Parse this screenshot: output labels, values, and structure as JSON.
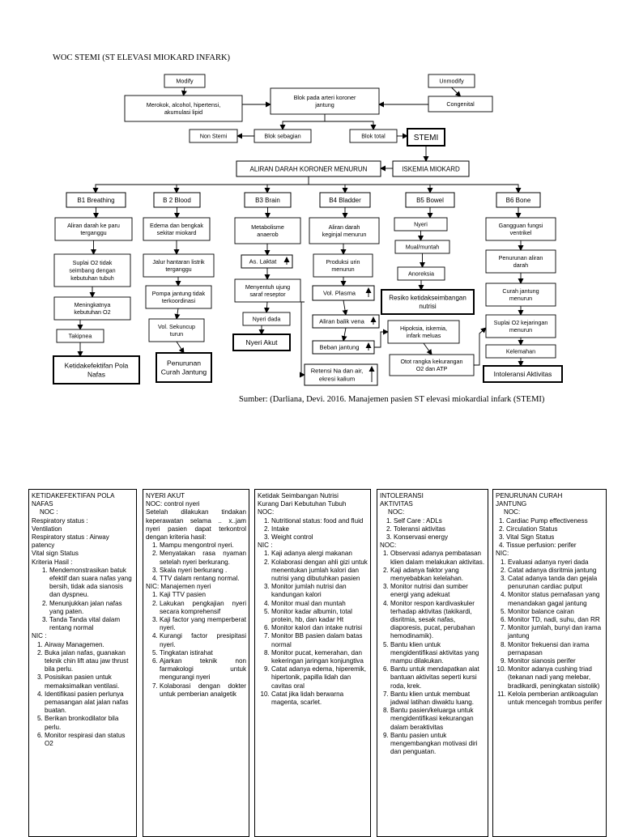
{
  "title": "WOC STEMI (ST ELEVASI MIOKARD INFARK)",
  "source": "Sumber:  (Darliana, Devi. 2016. Manajemen pasien ST elevasi miokardial infark (STEMI)",
  "nodes": {
    "modify": "Modify",
    "unmodify": "Unmodify",
    "risk": [
      "Merokok, alcohol, hipertensi,",
      "akumulasi lipid"
    ],
    "blok": [
      "Blok pada arteri koroner",
      "jantung"
    ],
    "congenital": "Congenital",
    "non_stemi": "Non Stemi",
    "blok_sebagian": "Blok sebagian",
    "blok_total": "Blok total",
    "stemi": "STEMI",
    "aliran": "ALIRAN DARAH KORONER MENURUN",
    "iskemia": "ISKEMIA MIOKARD",
    "b1": "B1 Breathing",
    "b2": "B 2 Blood",
    "b3": "B3 Brain",
    "b4": "B4 Bladder",
    "b5": "B5 Bowel",
    "b6": "B6 Bone",
    "b1_1": [
      "Aliran darah ke paru",
      "terganggu"
    ],
    "b1_2": [
      "Suplai O2 tidak",
      "seimbang dengan",
      "kebutuhan tubuh"
    ],
    "b1_3": [
      "Meningkatnya",
      "kebutuhan O2"
    ],
    "b1_4": "Takipnea",
    "b1_5": [
      "Ketidakefektifan Pola",
      "Nafas"
    ],
    "b2_1": [
      "Edema dan bengkak",
      "sekitar miokard"
    ],
    "b2_2": [
      "Jalur hantaran listrik",
      "terganggu"
    ],
    "b2_3": [
      "Pompa jantung tidak",
      "terkoordinasi"
    ],
    "b2_4": [
      "Vol. Sekuncup",
      "turun"
    ],
    "b2_5": [
      "Penurunan",
      "Curah Jantung"
    ],
    "b3_1": [
      "Metabolisme",
      "anaerob"
    ],
    "b3_2": "As. Laktat",
    "b3_3": [
      "Menyentuh ujung",
      "saraf reseptor"
    ],
    "b3_4": "Nyeri dada",
    "b3_5": "Nyeri Akut",
    "b4_1": [
      "Aliran darah",
      "keginjal menurun"
    ],
    "b4_2": [
      "Produksi urin",
      "menurun"
    ],
    "b4_3": "Vol. Plasma",
    "b4_4": "Aliran balik vena",
    "b4_5": "Beban jantung",
    "b4_6": [
      "Retensi Na dan air,",
      "ekresi kalium"
    ],
    "b5_1": "Nyeri",
    "b5_2": "Mual/muntah",
    "b5_3": "Anoreksia",
    "b5_4": [
      "Resiko ketidakseimbangan",
      "nutrisi"
    ],
    "b5_5": [
      "Hipoksia, iskemia,",
      "infark meluas"
    ],
    "b5_6": [
      "Otot rangka kekurangan",
      "O2 dan ATP"
    ],
    "b6_1": [
      "Gangguan fungsi",
      "ventrikel"
    ],
    "b6_2": [
      "Penurunan aliran",
      "darah"
    ],
    "b6_3": [
      "Curah jantung",
      "menurun"
    ],
    "b6_4": [
      "Suplai O2 kejaringan",
      "menurun"
    ],
    "b6_5": "Kelemahan",
    "b6_6": "Intoleransi Aktivitas"
  },
  "col1": {
    "head": [
      "KETIDAKEFEKTIFAN POLA",
      "NAFAS"
    ],
    "lines_a": [
      "NOC :",
      "Respiratory status :",
      "Ventilation",
      "Respiratory status : Airway",
      "patency",
      "Vital sign Status",
      "Kriteria Hasil :"
    ],
    "kh": [
      "Mendemonstrasikan batuk efektif dan suara nafas yang bersih, tidak ada sianosis dan dyspneu.",
      "Menunjukkan jalan nafas yang paten.",
      "Tanda Tanda vital dalam rentang normal"
    ],
    "nic_label": "NIC :",
    "nic": [
      "Airway Managemen.",
      "Buka jalan nafas, guanakan teknik chin lift atau jaw thrust bila perlu.",
      "Posisikan pasien untuk memaksimalkan ventilasi.",
      "Identifikasi pasien perlunya pemasangan alat jalan nafas buatan.",
      "Berikan bronkodilator bila perlu.",
      "Monitor respirasi dan status O2"
    ]
  },
  "col2": {
    "head": "NYERI AKUT",
    "noc": "NOC: control nyeri",
    "goal": "Setelah dilakukan tindakan keperawatan selama .. x..jam nyeri pasien dapat terkontrol dengan kriteria hasil:",
    "kh": [
      "Mampu mengontrol nyeri.",
      "Menyatakan rasa nyaman setelah nyeri berkurang.",
      "Skala nyeri berkurang .",
      "TTV dalam rentang normal."
    ],
    "nic_label": "NIC: Manajemen nyeri",
    "nic": [
      "Kaji TTV pasien",
      "Lakukan pengkajian nyeri secara komprehensif",
      "Kaji factor yang memperberat nyeri.",
      "Kurangi factor presipitasi nyeri.",
      "Tingkatan istirahat",
      "Ajarkan teknik non farmakologi untuk mengurangi nyeri",
      "Kolaborasi dengan dokter untuk pemberian analgetik"
    ]
  },
  "col3": {
    "head": [
      "Ketidak Seimbangan Nutrisi",
      "Kurang Dari Kebutuhan Tubuh"
    ],
    "noc_label": "NOC:",
    "noc": [
      "Nutritional status: food and fluid",
      "Intake",
      "Weight control"
    ],
    "nic_label": "NIC :",
    "nic": [
      "Kaji adanya alergi makanan",
      "Kolaborasi dengan ahli gizi untuk menentukan jumlah kalori dan nutrisi yang dibutuhkan pasien",
      "Monitor jumlah nutrisi dan kandungan kalori",
      "Monitor mual dan muntah",
      "Monitor kadar albumin, total protein, hb, dan kadar Ht",
      "Monitor kalori dan intake nutrisi",
      "Monitor BB pasien dalam batas normal",
      "Monitor pucat, kemerahan, dan kekeringan jaringan konjungtiva",
      "Catat adanya edema, hiperemik, hipertonik, papilla lidah dan cavitas oral",
      "Catat jika lidah berwarna magenta, scarlet."
    ]
  },
  "col4": {
    "head": [
      "INTOLERANSI",
      "AKTIVITAS"
    ],
    "noc_label": "NOC:",
    "noc": [
      "Self Care : ADLs",
      "Toleransi aktivitas",
      "Konservasi energy"
    ],
    "nic_label": "NOC:",
    "nic": [
      "Observasi adanya pembatasan klien dalam melakukan aktivitas.",
      "Kaji adanya faktor yang menyebabkan kelelahan.",
      "Monitor nutrisi dan sumber energi yang adekuat",
      "Monitor respon kardivaskuler terhadap aktivitas (takikardi, disritmia, sesak nafas, diaporesis, pucat, perubahan hemodinamik).",
      "Bantu klien untuk mengidentifikasi aktivitas yang mampu dilakukan.",
      "Bantu untuk mendapatkan alat bantuan aktivitas seperti kursi roda, krek.",
      "Bantu klien untuk membuat jadwal latihan diwaktu luang.",
      "Bantu pasien/keluarga untuk mengidentifikasi kekurangan dalam beraktivitas",
      "Bantu pasien untuk mengembangkan motivasi diri dan penguatan."
    ]
  },
  "col5": {
    "head": [
      "PENURUNAN CURAH",
      "JANTUNG"
    ],
    "noc_label": "NOC:",
    "noc": [
      "Cardiac Pump effectiveness",
      "Circulation Status",
      "Vital Sign Status",
      "Tissue perfusion: perifer"
    ],
    "nic_label": "NIC:",
    "nic": [
      "Evaluasi adanya nyeri dada",
      "Catat adanya disritmia jantung",
      "Catat adanya tanda dan gejala penurunan cardiac putput",
      "Monitor status pernafasan yang menandakan gagal jantung",
      "Monitor balance cairan",
      "Monitor TD, nadi, suhu, dan RR",
      "Monitor jumlah, bunyi dan irama jantung",
      "Monitor frekuensi dan irama pernapasan",
      "Monitor sianosis perifer",
      "Monitor adanya cushing triad (tekanan nadi yang melebar, bradikardi, peningkatan sistolik)",
      "Kelola pemberian antikoagulan untuk mencegah trombus perifer"
    ]
  }
}
